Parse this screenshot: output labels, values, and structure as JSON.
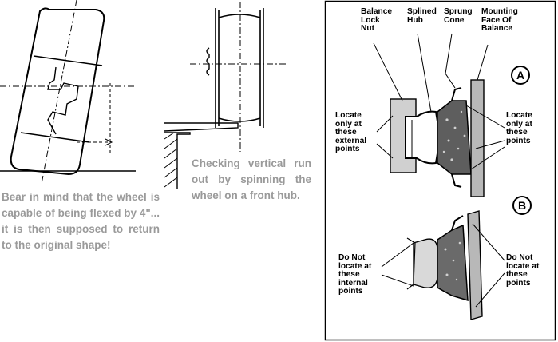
{
  "captions": {
    "wheel_flex": "Bear in mind that the wheel is capable of being flexed by 4\"... it is then supposed to return to the original shape!",
    "runout_check": "Checking vertical run out by spinning the wheel on a front hub."
  },
  "balance_diagram": {
    "labels": {
      "balance_lock_nut": "Balance\nLock\nNut",
      "splined_hub": "Splined\nHub",
      "sprung_cone": "Sprung\nCone",
      "mounting_face": "Mounting\nFace Of\nBalance",
      "locate_external": "Locate\nonly at\nthese\nexternal\npoints",
      "locate_right": "Locate\nonly at\nthese\npoints",
      "not_internal": "Do Not\nlocate at\nthese\ninternal\npoints",
      "not_right": "Do Not\nlocate at\nthese\npoints"
    },
    "markers": {
      "a": "A",
      "b": "B"
    }
  }
}
